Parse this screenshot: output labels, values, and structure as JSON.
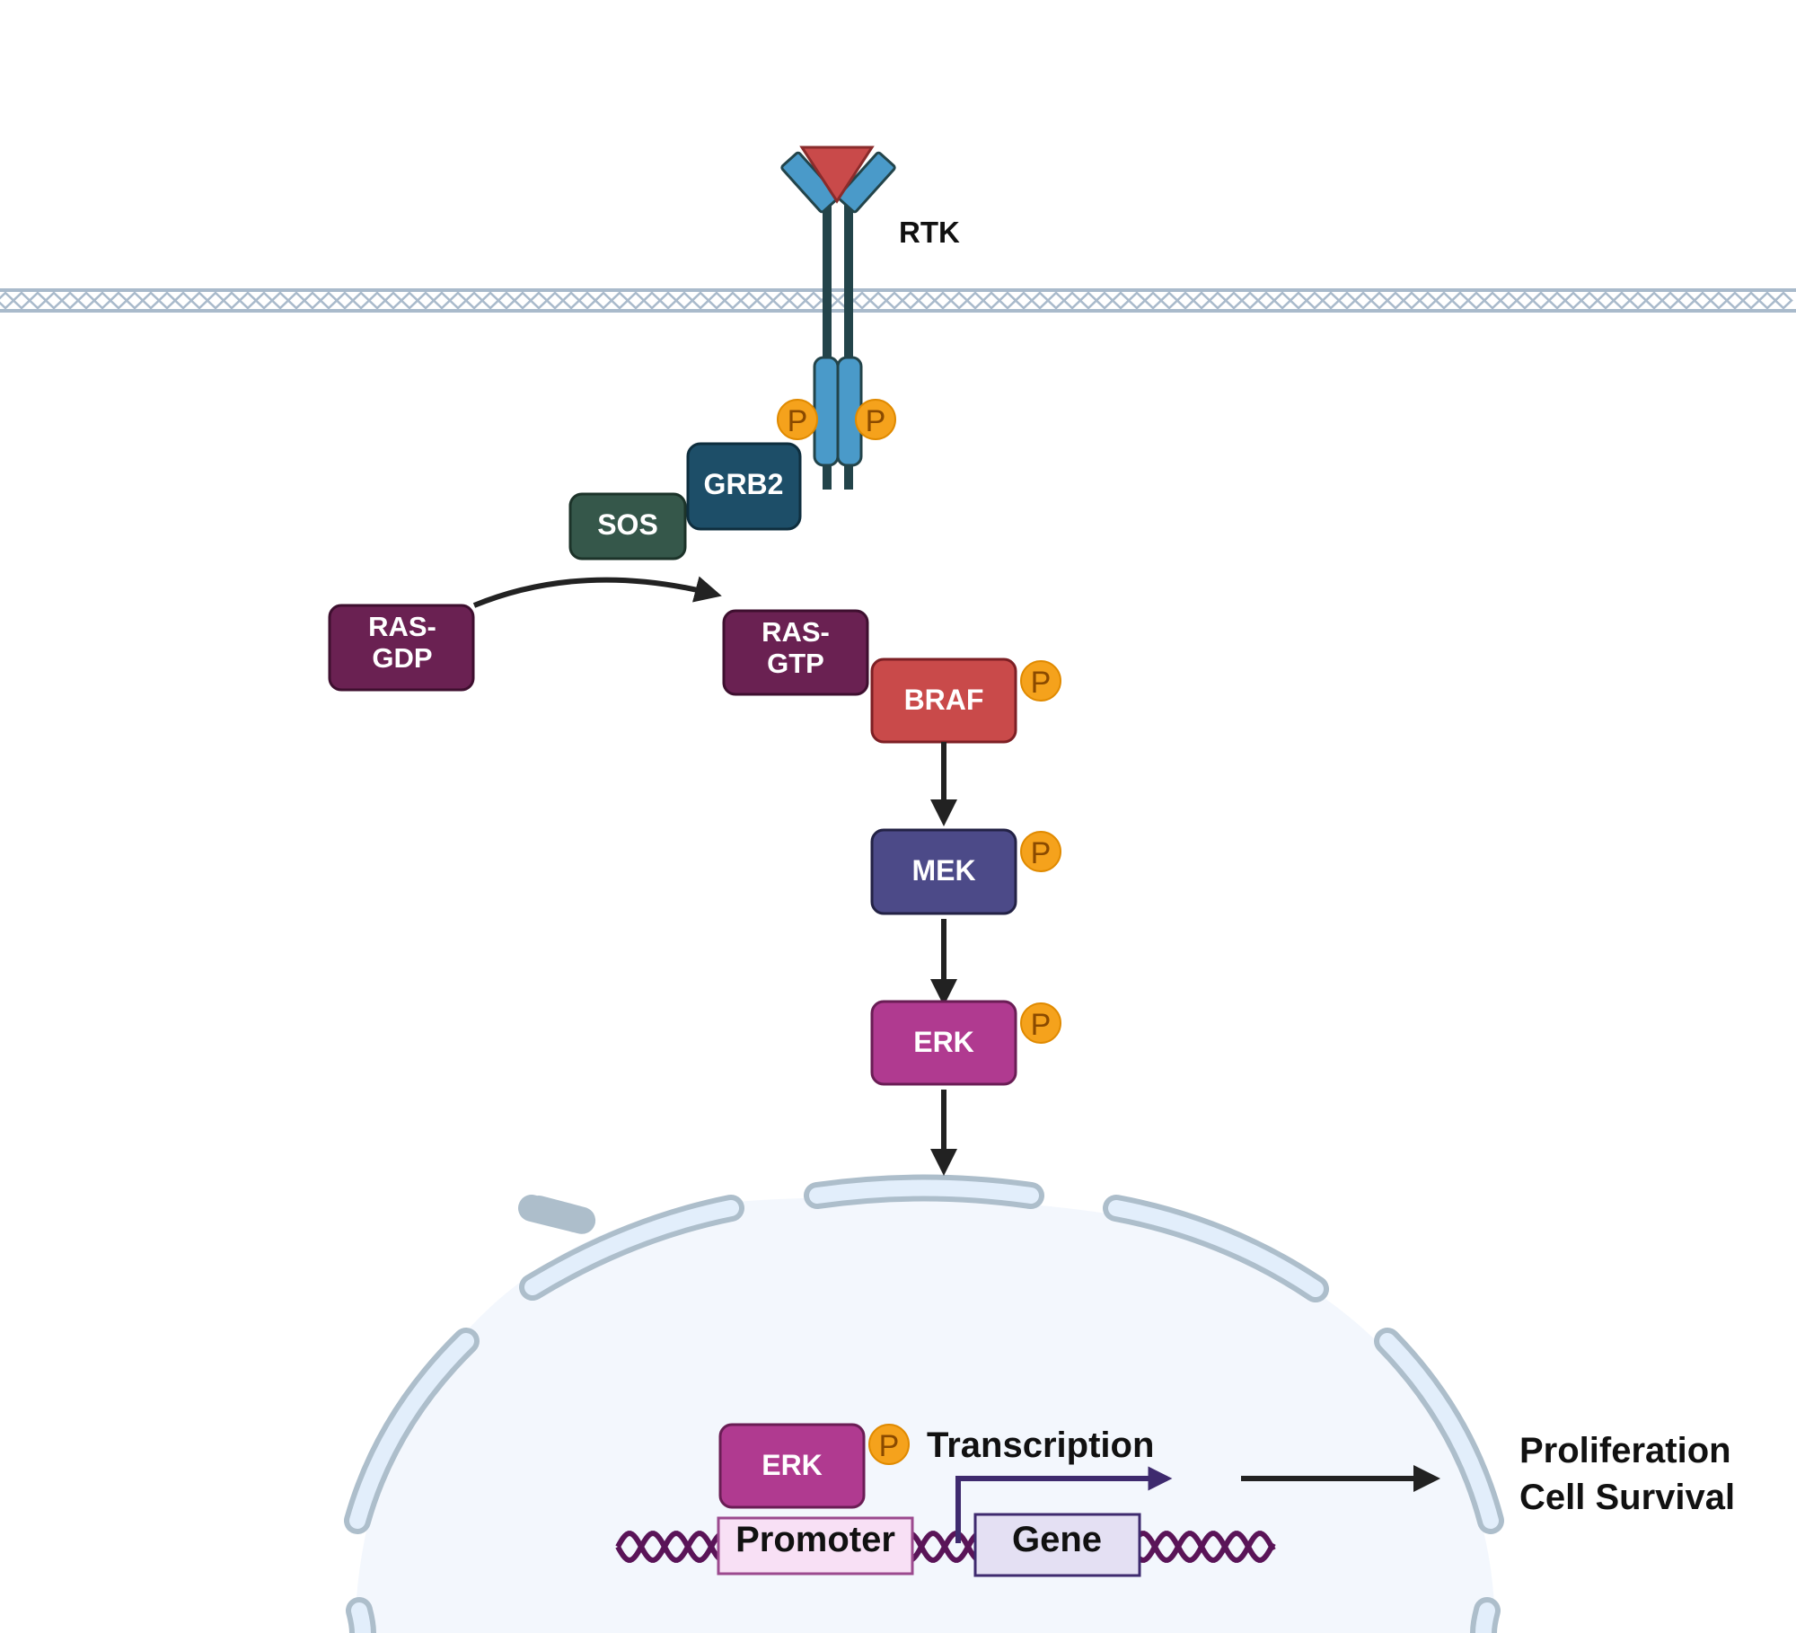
{
  "receptor": {
    "label": "RTK"
  },
  "phospho": {
    "label": "P"
  },
  "adaptors": {
    "grb2": "GRB2",
    "sos": "SOS"
  },
  "ras": {
    "gdp_line1": "RAS-",
    "gdp_line2": "GDP",
    "gtp_line1": "RAS-",
    "gtp_line2": "GTP"
  },
  "cascade": {
    "braf": "BRAF",
    "mek": "MEK",
    "erk": "ERK"
  },
  "nucleus": {
    "erk": "ERK",
    "transcription": "Transcription",
    "promoter": "Promoter",
    "gene": "Gene"
  },
  "outcome": {
    "line1": "Proliferation",
    "line2": "Cell Survival"
  },
  "colors": {
    "membrane": "#a9bacb",
    "receptor_blue": "#4a9ac9",
    "ligand_red": "#c94a4a",
    "receptor_stalk": "#23444a",
    "phospho_orange": "#f5a21c",
    "grb2": "#1d4e68",
    "sos": "#35574a",
    "ras": "#6a2152",
    "braf": "#c94a4a",
    "mek": "#4c4a88",
    "erk": "#b03a90",
    "nucleus_fill": "#f3f7fd",
    "nuclear_envelope": "#adbecb",
    "dna": "#5a1458",
    "promoter_fill": "#f8e0f5",
    "gene_fill": "#e4e0f3",
    "tss_arrow": "#3e2a6e"
  }
}
